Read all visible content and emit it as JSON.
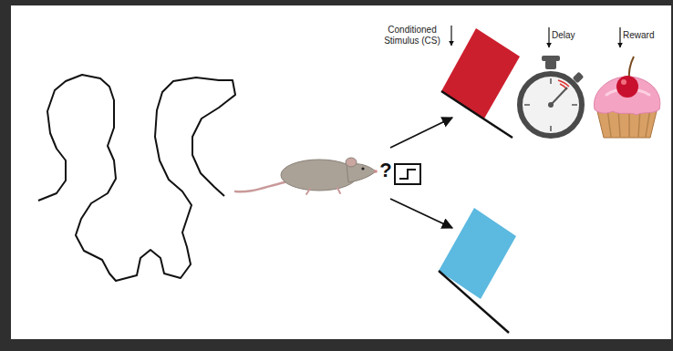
{
  "diagram": {
    "labels": [
      "Conditioned Stimulus (CS)",
      "Delay",
      "Reward",
      "?"
    ]
  }
}
